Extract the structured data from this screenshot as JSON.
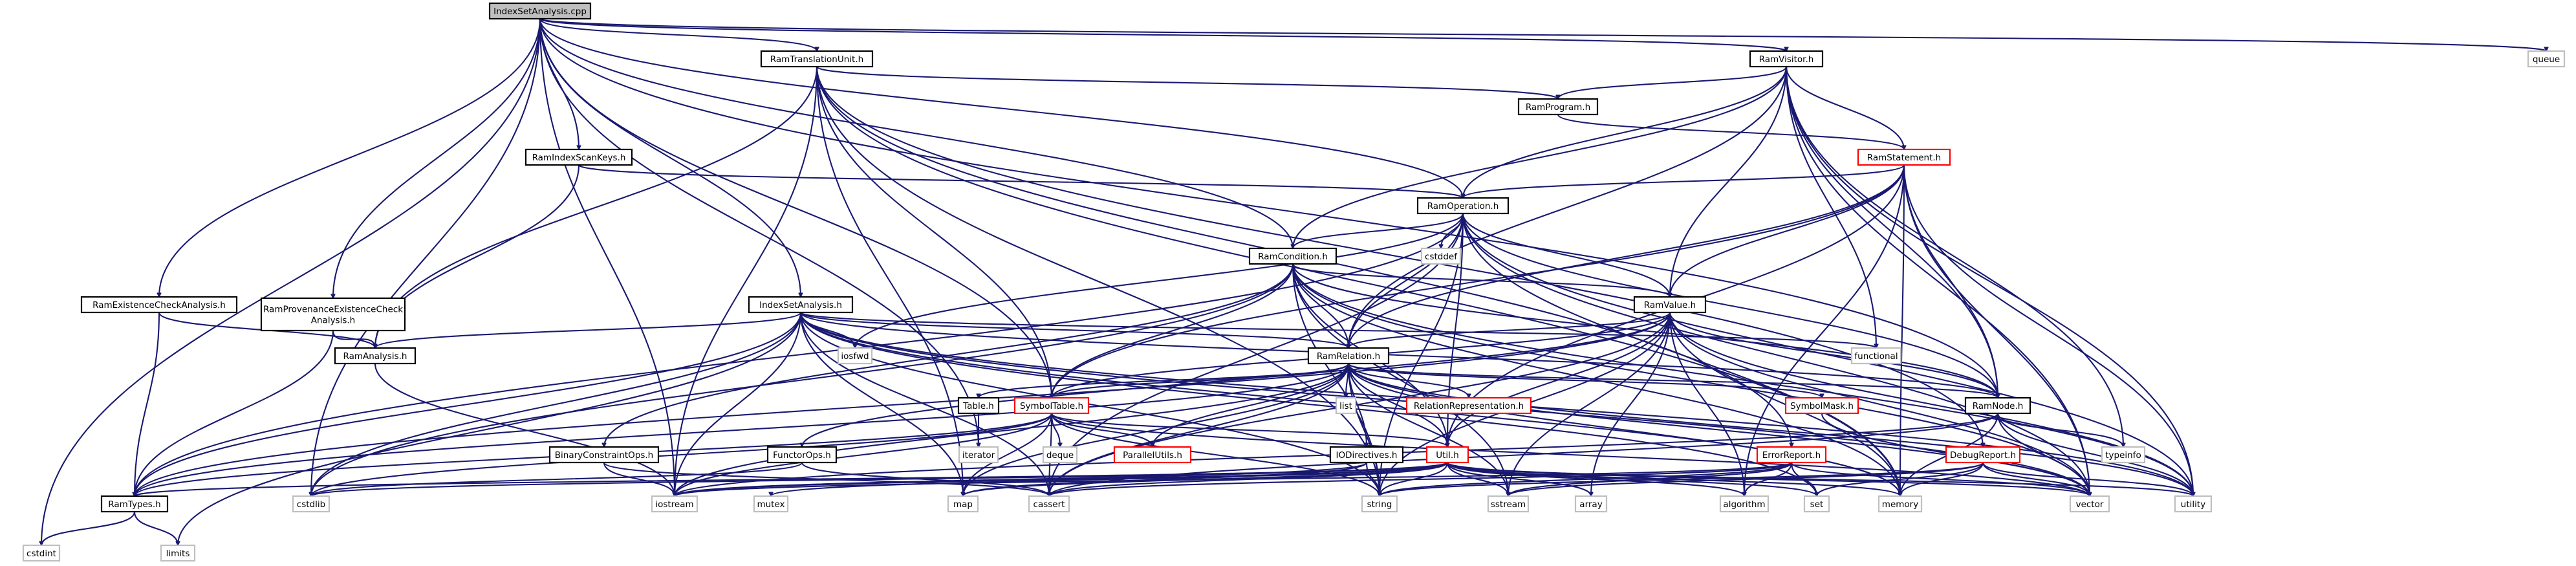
{
  "colors": {
    "edge": "#191970",
    "root_fill": "#bfbfbf",
    "node_fill": "#ffffff",
    "node_border": "#000000",
    "link_border": "#ff0000",
    "ext_border": "#bfbfbf"
  },
  "nodes": [
    {
      "id": "IndexSetAnalysis_cpp",
      "label": "IndexSetAnalysis.cpp",
      "kind": "root"
    },
    {
      "id": "RamTranslationUnit_h",
      "label": "RamTranslationUnit.h",
      "kind": "doc"
    },
    {
      "id": "RamVisitor_h",
      "label": "RamVisitor.h",
      "kind": "doc"
    },
    {
      "id": "queue",
      "label": "queue",
      "kind": "ext"
    },
    {
      "id": "RamProgram_h",
      "label": "RamProgram.h",
      "kind": "doc"
    },
    {
      "id": "RamIndexScanKeys_h",
      "label": "RamIndexScanKeys.h",
      "kind": "doc"
    },
    {
      "id": "RamStatement_h",
      "label": "RamStatement.h",
      "kind": "link"
    },
    {
      "id": "RamOperation_h",
      "label": "RamOperation.h",
      "kind": "doc"
    },
    {
      "id": "cstddef",
      "label": "cstddef",
      "kind": "ext"
    },
    {
      "id": "RamCondition_h",
      "label": "RamCondition.h",
      "kind": "doc"
    },
    {
      "id": "RamExistenceCheckAnalysis_h",
      "label": "RamExistenceCheckAnalysis.h",
      "kind": "doc"
    },
    {
      "id": "RamProvenanceExistenceCheckAnalysis_h",
      "label": [
        "RamProvenanceExistenceCheck",
        "Analysis.h"
      ],
      "kind": "doc"
    },
    {
      "id": "IndexSetAnalysis_h",
      "label": "IndexSetAnalysis.h",
      "kind": "doc"
    },
    {
      "id": "RamValue_h",
      "label": "RamValue.h",
      "kind": "doc"
    },
    {
      "id": "RamAnalysis_h",
      "label": "RamAnalysis.h",
      "kind": "doc"
    },
    {
      "id": "iosfwd",
      "label": "iosfwd",
      "kind": "ext"
    },
    {
      "id": "functional",
      "label": "functional",
      "kind": "ext"
    },
    {
      "id": "RamRelation_h",
      "label": "RamRelation.h",
      "kind": "doc"
    },
    {
      "id": "Table_h",
      "label": "Table.h",
      "kind": "doc"
    },
    {
      "id": "SymbolTable_h",
      "label": "SymbolTable.h",
      "kind": "link"
    },
    {
      "id": "list",
      "label": "list",
      "kind": "ext"
    },
    {
      "id": "RelationRepresentation_h",
      "label": "RelationRepresentation.h",
      "kind": "link"
    },
    {
      "id": "SymbolMask_h",
      "label": "SymbolMask.h",
      "kind": "link"
    },
    {
      "id": "RamNode_h",
      "label": "RamNode.h",
      "kind": "doc"
    },
    {
      "id": "iterator",
      "label": "iterator",
      "kind": "ext"
    },
    {
      "id": "deque",
      "label": "deque",
      "kind": "ext"
    },
    {
      "id": "ParallelUtils_h",
      "label": "ParallelUtils.h",
      "kind": "link"
    },
    {
      "id": "IODirectives_h",
      "label": "IODirectives.h",
      "kind": "doc"
    },
    {
      "id": "typeinfo",
      "label": "typeinfo",
      "kind": "ext"
    },
    {
      "id": "BinaryConstraintOps_h",
      "label": "BinaryConstraintOps.h",
      "kind": "doc"
    },
    {
      "id": "FunctorOps_h",
      "label": "FunctorOps.h",
      "kind": "doc"
    },
    {
      "id": "Util_h",
      "label": "Util.h",
      "kind": "link"
    },
    {
      "id": "ErrorReport_h",
      "label": "ErrorReport.h",
      "kind": "link"
    },
    {
      "id": "DebugReport_h",
      "label": "DebugReport.h",
      "kind": "link"
    },
    {
      "id": "RamTypes_h",
      "label": "RamTypes.h",
      "kind": "doc"
    },
    {
      "id": "cstdlib",
      "label": "cstdlib",
      "kind": "ext"
    },
    {
      "id": "mutex",
      "label": "mutex",
      "kind": "ext"
    },
    {
      "id": "map",
      "label": "map",
      "kind": "ext"
    },
    {
      "id": "cassert",
      "label": "cassert",
      "kind": "ext"
    },
    {
      "id": "string",
      "label": "string",
      "kind": "ext"
    },
    {
      "id": "iostream",
      "label": "iostream",
      "kind": "ext"
    },
    {
      "id": "sstream",
      "label": "sstream",
      "kind": "ext"
    },
    {
      "id": "array",
      "label": "array",
      "kind": "ext"
    },
    {
      "id": "algorithm",
      "label": "algorithm",
      "kind": "ext"
    },
    {
      "id": "set",
      "label": "set",
      "kind": "ext"
    },
    {
      "id": "memory",
      "label": "memory",
      "kind": "ext"
    },
    {
      "id": "vector",
      "label": "vector",
      "kind": "ext"
    },
    {
      "id": "utility",
      "label": "utility",
      "kind": "ext"
    },
    {
      "id": "cstdint",
      "label": "cstdint",
      "kind": "ext"
    },
    {
      "id": "limits",
      "label": "limits",
      "kind": "ext"
    }
  ],
  "edges": [
    [
      "IndexSetAnalysis_cpp",
      "RamTranslationUnit_h"
    ],
    [
      "IndexSetAnalysis_cpp",
      "RamVisitor_h"
    ],
    [
      "IndexSetAnalysis_cpp",
      "queue"
    ],
    [
      "IndexSetAnalysis_cpp",
      "RamIndexScanKeys_h"
    ],
    [
      "IndexSetAnalysis_cpp",
      "RamOperation_h"
    ],
    [
      "IndexSetAnalysis_cpp",
      "RamCondition_h"
    ],
    [
      "IndexSetAnalysis_cpp",
      "RamExistenceCheckAnalysis_h"
    ],
    [
      "IndexSetAnalysis_cpp",
      "RamProvenanceExistenceCheckAnalysis_h"
    ],
    [
      "IndexSetAnalysis_cpp",
      "IndexSetAnalysis_h"
    ],
    [
      "IndexSetAnalysis_cpp",
      "RamNode_h"
    ],
    [
      "IndexSetAnalysis_cpp",
      "SymbolTable_h"
    ],
    [
      "IndexSetAnalysis_cpp",
      "iterator"
    ],
    [
      "IndexSetAnalysis_cpp",
      "cstdlib"
    ],
    [
      "IndexSetAnalysis_cpp",
      "cstdint"
    ],
    [
      "IndexSetAnalysis_cpp",
      "iostream"
    ],
    [
      "RamTranslationUnit_h",
      "RamProgram_h"
    ],
    [
      "RamTranslationUnit_h",
      "RamAnalysis_h"
    ],
    [
      "RamTranslationUnit_h",
      "ErrorReport_h"
    ],
    [
      "RamTranslationUnit_h",
      "DebugReport_h"
    ],
    [
      "RamTranslationUnit_h",
      "SymbolTable_h"
    ],
    [
      "RamTranslationUnit_h",
      "string"
    ],
    [
      "RamTranslationUnit_h",
      "map"
    ],
    [
      "RamTranslationUnit_h",
      "memory"
    ],
    [
      "RamTranslationUnit_h",
      "iostream"
    ],
    [
      "RamVisitor_h",
      "RamProgram_h"
    ],
    [
      "RamVisitor_h",
      "RamStatement_h"
    ],
    [
      "RamVisitor_h",
      "RamOperation_h"
    ],
    [
      "RamVisitor_h",
      "RamCondition_h"
    ],
    [
      "RamVisitor_h",
      "RamValue_h"
    ],
    [
      "RamVisitor_h",
      "RamRelation_h"
    ],
    [
      "RamVisitor_h",
      "RamNode_h"
    ],
    [
      "RamVisitor_h",
      "functional"
    ],
    [
      "RamVisitor_h",
      "typeinfo"
    ],
    [
      "RamVisitor_h",
      "vector"
    ],
    [
      "RamVisitor_h",
      "utility"
    ],
    [
      "RamProgram_h",
      "RamStatement_h"
    ],
    [
      "RamIndexScanKeys_h",
      "RamOperation_h"
    ],
    [
      "RamIndexScanKeys_h",
      "RamAnalysis_h"
    ],
    [
      "RamStatement_h",
      "RamOperation_h"
    ],
    [
      "RamStatement_h",
      "RamValue_h"
    ],
    [
      "RamStatement_h",
      "RamRelation_h"
    ],
    [
      "RamStatement_h",
      "RamNode_h"
    ],
    [
      "RamStatement_h",
      "SymbolTable_h"
    ],
    [
      "RamStatement_h",
      "Util_h"
    ],
    [
      "RamStatement_h",
      "algorithm"
    ],
    [
      "RamStatement_h",
      "memory"
    ],
    [
      "RamStatement_h",
      "vector"
    ],
    [
      "RamStatement_h",
      "utility"
    ],
    [
      "RamOperation_h",
      "RamCondition_h"
    ],
    [
      "RamOperation_h",
      "RamValue_h"
    ],
    [
      "RamOperation_h",
      "RamRelation_h"
    ],
    [
      "RamOperation_h",
      "RamNode_h"
    ],
    [
      "RamOperation_h",
      "RamTypes_h"
    ],
    [
      "RamOperation_h",
      "Util_h"
    ],
    [
      "RamOperation_h",
      "cstddef"
    ],
    [
      "RamOperation_h",
      "iosfwd"
    ],
    [
      "RamOperation_h",
      "cassert"
    ],
    [
      "RamOperation_h",
      "string"
    ],
    [
      "RamOperation_h",
      "memory"
    ],
    [
      "RamOperation_h",
      "vector"
    ],
    [
      "RamOperation_h",
      "utility"
    ],
    [
      "RamCondition_h",
      "RamValue_h"
    ],
    [
      "RamCondition_h",
      "RamRelation_h"
    ],
    [
      "RamCondition_h",
      "RamNode_h"
    ],
    [
      "RamCondition_h",
      "BinaryConstraintOps_h"
    ],
    [
      "RamCondition_h",
      "SymbolTable_h"
    ],
    [
      "RamCondition_h",
      "Util_h"
    ],
    [
      "RamCondition_h",
      "cstdlib"
    ],
    [
      "RamCondition_h",
      "string"
    ],
    [
      "RamCondition_h",
      "sstream"
    ],
    [
      "RamCondition_h",
      "memory"
    ],
    [
      "RamCondition_h",
      "vector"
    ],
    [
      "RamCondition_h",
      "utility"
    ],
    [
      "RamExistenceCheckAnalysis_h",
      "RamAnalysis_h"
    ],
    [
      "RamExistenceCheckAnalysis_h",
      "RamTypes_h"
    ],
    [
      "RamProvenanceExistenceCheckAnalysis_h",
      "RamAnalysis_h"
    ],
    [
      "RamProvenanceExistenceCheckAnalysis_h",
      "RamTypes_h"
    ],
    [
      "IndexSetAnalysis_h",
      "RamAnalysis_h"
    ],
    [
      "IndexSetAnalysis_h",
      "RamRelation_h"
    ],
    [
      "IndexSetAnalysis_h",
      "RamNode_h"
    ],
    [
      "IndexSetAnalysis_h",
      "RamTypes_h"
    ],
    [
      "IndexSetAnalysis_h",
      "functional"
    ],
    [
      "IndexSetAnalysis_h",
      "iosfwd"
    ],
    [
      "IndexSetAnalysis_h",
      "cstdlib"
    ],
    [
      "IndexSetAnalysis_h",
      "limits"
    ],
    [
      "IndexSetAnalysis_h",
      "map"
    ],
    [
      "IndexSetAnalysis_h",
      "cassert"
    ],
    [
      "IndexSetAnalysis_h",
      "string"
    ],
    [
      "IndexSetAnalysis_h",
      "iostream"
    ],
    [
      "IndexSetAnalysis_h",
      "set"
    ],
    [
      "IndexSetAnalysis_h",
      "memory"
    ],
    [
      "IndexSetAnalysis_h",
      "vector"
    ],
    [
      "IndexSetAnalysis_h",
      "utility"
    ],
    [
      "RamValue_h",
      "RamRelation_h"
    ],
    [
      "RamValue_h",
      "RamNode_h"
    ],
    [
      "RamValue_h",
      "FunctorOps_h"
    ],
    [
      "RamValue_h",
      "RamTypes_h"
    ],
    [
      "RamValue_h",
      "Util_h"
    ],
    [
      "RamValue_h",
      "SymbolTable_h"
    ],
    [
      "RamValue_h",
      "array"
    ],
    [
      "RamValue_h",
      "algorithm"
    ],
    [
      "RamValue_h",
      "sstream"
    ],
    [
      "RamValue_h",
      "string"
    ],
    [
      "RamValue_h",
      "memory"
    ],
    [
      "RamValue_h",
      "vector"
    ],
    [
      "RamValue_h",
      "utility"
    ],
    [
      "RamValue_h",
      "cassert"
    ],
    [
      "RamAnalysis_h",
      "iostream"
    ],
    [
      "RamRelation_h",
      "Table_h"
    ],
    [
      "RamRelation_h",
      "SymbolTable_h"
    ],
    [
      "RamRelation_h",
      "list"
    ],
    [
      "RamRelation_h",
      "RelationRepresentation_h"
    ],
    [
      "RamRelation_h",
      "SymbolMask_h"
    ],
    [
      "RamRelation_h",
      "RamNode_h"
    ],
    [
      "RamRelation_h",
      "ParallelUtils_h"
    ],
    [
      "RamRelation_h",
      "IODirectives_h"
    ],
    [
      "RamRelation_h",
      "RamTypes_h"
    ],
    [
      "RamRelation_h",
      "Util_h"
    ],
    [
      "RamRelation_h",
      "cassert"
    ],
    [
      "RamRelation_h",
      "string"
    ],
    [
      "RamRelation_h",
      "iostream"
    ],
    [
      "RamRelation_h",
      "sstream"
    ],
    [
      "RamRelation_h",
      "map"
    ],
    [
      "RamRelation_h",
      "memory"
    ],
    [
      "RamRelation_h",
      "vector"
    ],
    [
      "RamRelation_h",
      "utility"
    ],
    [
      "Table_h",
      "iterator"
    ],
    [
      "SymbolTable_h",
      "ParallelUtils_h"
    ],
    [
      "SymbolTable_h",
      "RamTypes_h"
    ],
    [
      "SymbolTable_h",
      "Util_h"
    ],
    [
      "SymbolTable_h",
      "deque"
    ],
    [
      "SymbolTable_h",
      "cassert"
    ],
    [
      "SymbolTable_h",
      "cstdlib"
    ],
    [
      "SymbolTable_h",
      "iostream"
    ],
    [
      "SymbolTable_h",
      "map"
    ],
    [
      "SymbolTable_h",
      "string"
    ],
    [
      "SymbolTable_h",
      "vector"
    ],
    [
      "SymbolMask_h",
      "vector"
    ],
    [
      "RamNode_h",
      "typeinfo"
    ],
    [
      "RamNode_h",
      "memory"
    ],
    [
      "RamNode_h",
      "vector"
    ],
    [
      "RamNode_h",
      "utility"
    ],
    [
      "RamNode_h",
      "iostream"
    ],
    [
      "RamNode_h",
      "cassert"
    ],
    [
      "IODirectives_h",
      "iostream"
    ],
    [
      "IODirectives_h",
      "map"
    ],
    [
      "IODirectives_h",
      "string"
    ],
    [
      "BinaryConstraintOps_h",
      "iostream"
    ],
    [
      "BinaryConstraintOps_h",
      "cassert"
    ],
    [
      "FunctorOps_h",
      "cassert"
    ],
    [
      "FunctorOps_h",
      "cstdlib"
    ],
    [
      "Util_h",
      "RamTypes_h"
    ],
    [
      "Util_h",
      "algorithm"
    ],
    [
      "Util_h",
      "cassert"
    ],
    [
      "Util_h",
      "cstdlib"
    ],
    [
      "Util_h",
      "iostream"
    ],
    [
      "Util_h",
      "map"
    ],
    [
      "Util_h",
      "memory"
    ],
    [
      "Util_h",
      "set"
    ],
    [
      "Util_h",
      "sstream"
    ],
    [
      "Util_h",
      "string"
    ],
    [
      "Util_h",
      "utility"
    ],
    [
      "Util_h",
      "vector"
    ],
    [
      "Util_h",
      "array"
    ],
    [
      "Util_h",
      "mutex"
    ],
    [
      "ErrorReport_h",
      "algorithm"
    ],
    [
      "ErrorReport_h",
      "cassert"
    ],
    [
      "ErrorReport_h",
      "iostream"
    ],
    [
      "ErrorReport_h",
      "set"
    ],
    [
      "ErrorReport_h",
      "sstream"
    ],
    [
      "ErrorReport_h",
      "string"
    ],
    [
      "ErrorReport_h",
      "vector"
    ],
    [
      "DebugReport_h",
      "memory"
    ],
    [
      "DebugReport_h",
      "set"
    ],
    [
      "DebugReport_h",
      "sstream"
    ],
    [
      "DebugReport_h",
      "string"
    ],
    [
      "DebugReport_h",
      "utility"
    ],
    [
      "DebugReport_h",
      "vector"
    ],
    [
      "RamTypes_h",
      "cstdint"
    ],
    [
      "RamTypes_h",
      "limits"
    ]
  ]
}
